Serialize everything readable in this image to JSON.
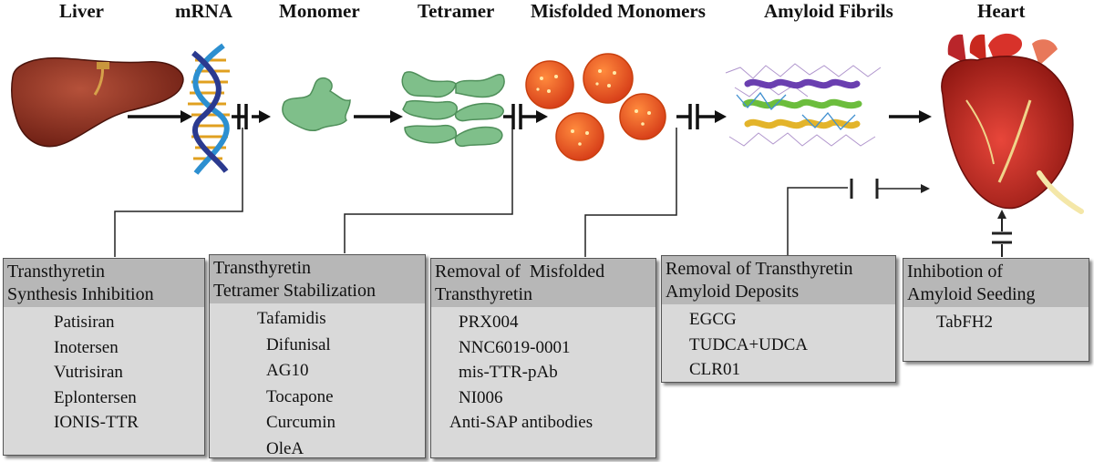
{
  "stages": [
    {
      "id": "liver",
      "label": "Liver"
    },
    {
      "id": "mrna",
      "label": "mRNA"
    },
    {
      "id": "monomer",
      "label": "Monomer"
    },
    {
      "id": "tetramer",
      "label": "Tetramer"
    },
    {
      "id": "misfolded",
      "label": "Misfolded Monomers"
    },
    {
      "id": "fibrils",
      "label": "Amyloid Fibrils"
    },
    {
      "id": "heart",
      "label": "Heart"
    }
  ],
  "boxes": [
    {
      "id": "synthesis",
      "title_lines": [
        "Transthyretin",
        "Synthesis Inhibition"
      ],
      "items": [
        "Patisiran",
        "Inotersen",
        "Vutrisiran",
        "Eplontersen",
        "IONIS-TTR"
      ]
    },
    {
      "id": "stabilization",
      "title_lines": [
        "Transthyretin",
        "Tetramer Stabilization"
      ],
      "items": [
        "Tafamidis",
        "Difunisal",
        "AG10",
        "Tocapone",
        "Curcumin",
        "OleA"
      ]
    },
    {
      "id": "removal-misfolded",
      "title_lines": [
        "Removal of  Misfolded",
        "Transthyretin"
      ],
      "items": [
        "PRX004",
        "NNC6019-0001",
        "mis-TTR-pAb",
        "NI006",
        "Anti-SAP antibodies"
      ]
    },
    {
      "id": "removal-deposits",
      "title_lines": [
        "Removal of Transthyretin",
        "Amyloid Deposits"
      ],
      "items": [
        "EGCG",
        "TUDCA+UDCA",
        "CLR01"
      ]
    },
    {
      "id": "seeding",
      "title_lines": [
        "Inhibotion of",
        "Amyloid Seeding"
      ],
      "items": [
        "TabFH2"
      ]
    }
  ],
  "colors": {
    "liver": "#8b2c1f",
    "protein": "#7fbf8a",
    "misfolded": "#e0531c",
    "heart": "#c8281e",
    "box_fill": "#d9d9d9",
    "box_title_fill": "#b7b7b7"
  }
}
